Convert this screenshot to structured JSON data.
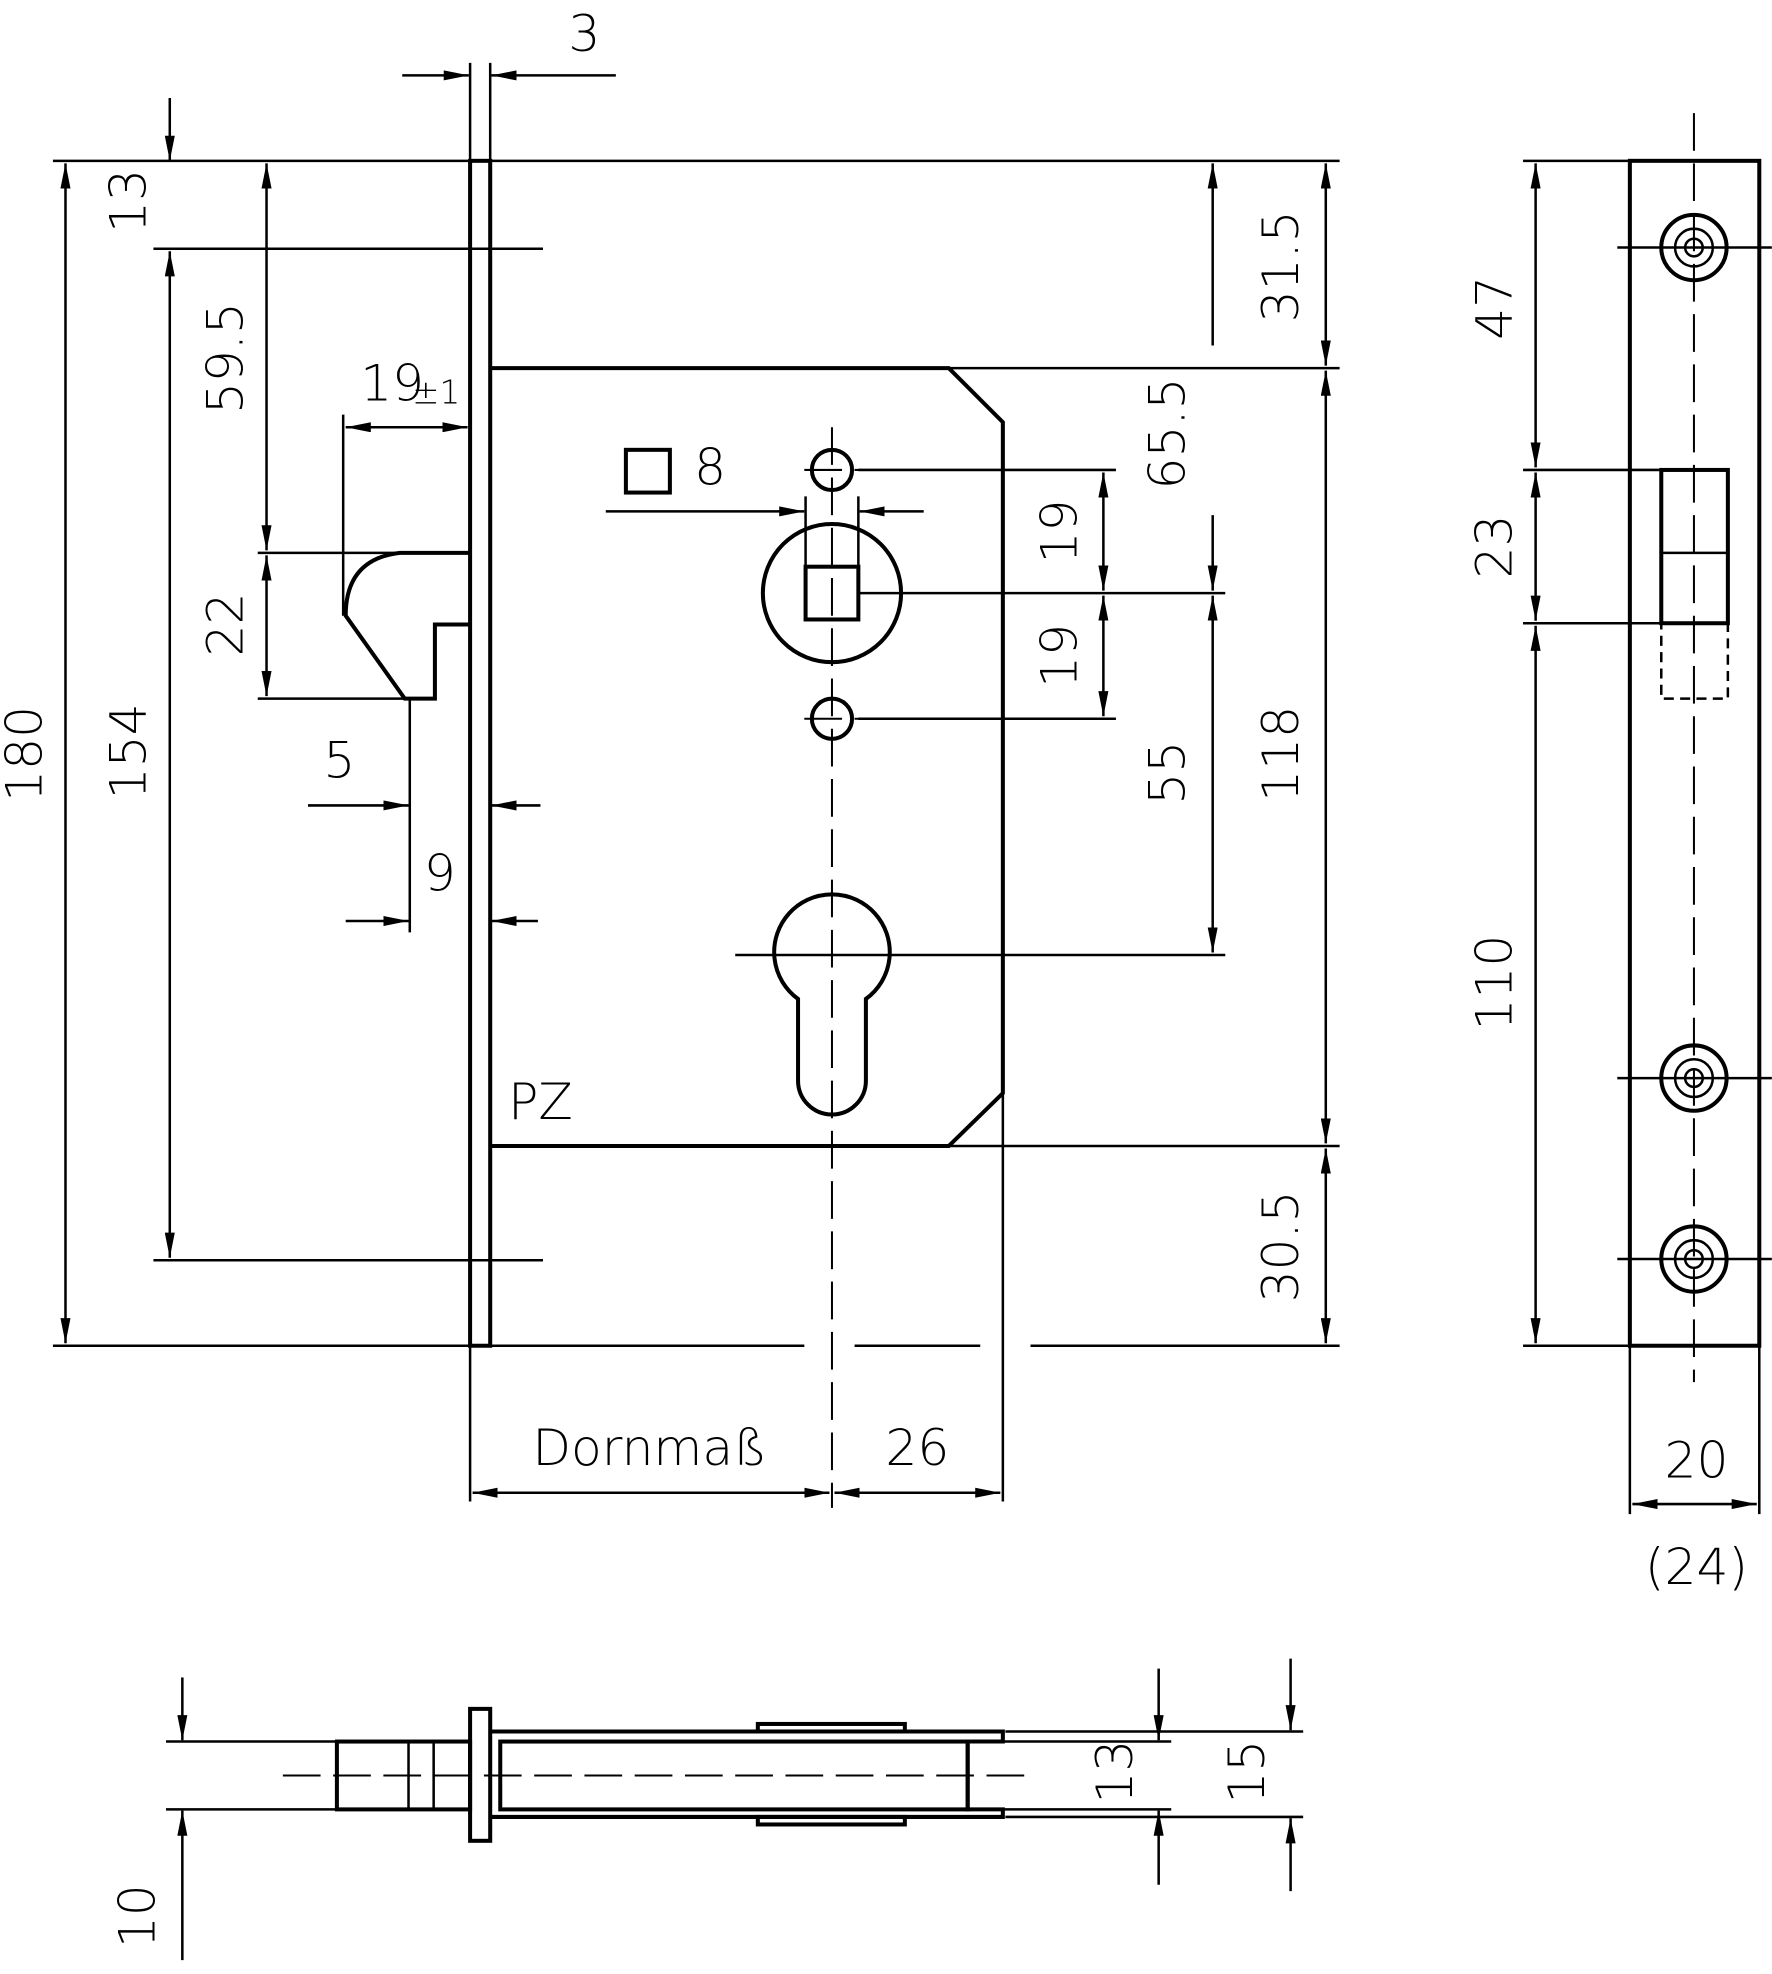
{
  "drawing": {
    "front_view": {
      "dim_plate_thickness": "3",
      "dim_total_height": "180",
      "dim_top_screw": "13",
      "dim_screw_spacing": "154",
      "dim_latch_top": "59.5",
      "dim_latch_height": "22",
      "dim_latch_projection": "19",
      "dim_latch_tolerance": "±1",
      "dim_5": "5",
      "dim_9": "9",
      "square_spindle_label": "8",
      "dim_hole_upper": "19",
      "dim_hole_lower": "19",
      "dim_top_to_spindle": "65.5",
      "dim_top_to_case": "31.5",
      "dim_spindle_to_cylinder": "55",
      "dim_case_height": "118",
      "dim_case_to_bottom": "30.5",
      "cylinder_label": "PZ",
      "backset_label": "Dornmaß",
      "dim_backset_to_end": "26"
    },
    "side_view": {
      "dim_top_to_latch": "47",
      "dim_latch": "23",
      "dim_latch_to_bottom": "110",
      "dim_faceplate_width": "20",
      "dim_faceplate_width_alt": "(24)"
    },
    "bottom_view": {
      "dim_bolt": "10",
      "dim_case_inner": "13",
      "dim_case_outer": "15"
    }
  }
}
